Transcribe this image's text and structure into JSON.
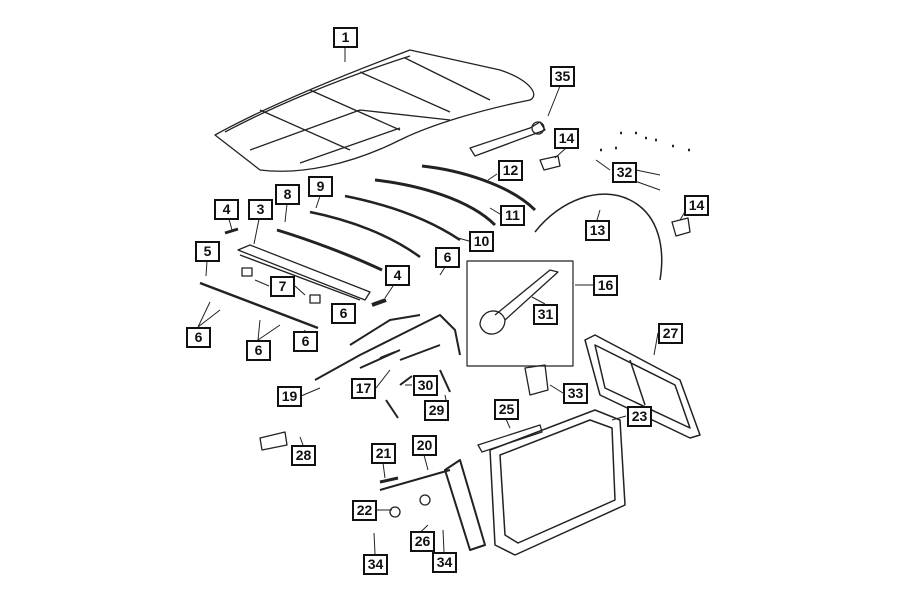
{
  "diagram": {
    "callouts": [
      "1",
      "35",
      "14",
      "32",
      "12",
      "9",
      "8",
      "11",
      "4",
      "3",
      "14",
      "13",
      "10",
      "5",
      "6",
      "4",
      "7",
      "16",
      "6",
      "31",
      "6",
      "6",
      "6",
      "27",
      "19",
      "17",
      "30",
      "33",
      "29",
      "25",
      "23",
      "28",
      "21",
      "20",
      "22",
      "26",
      "34",
      "34"
    ],
    "line_color": "#111111",
    "background": "#ffffff"
  }
}
